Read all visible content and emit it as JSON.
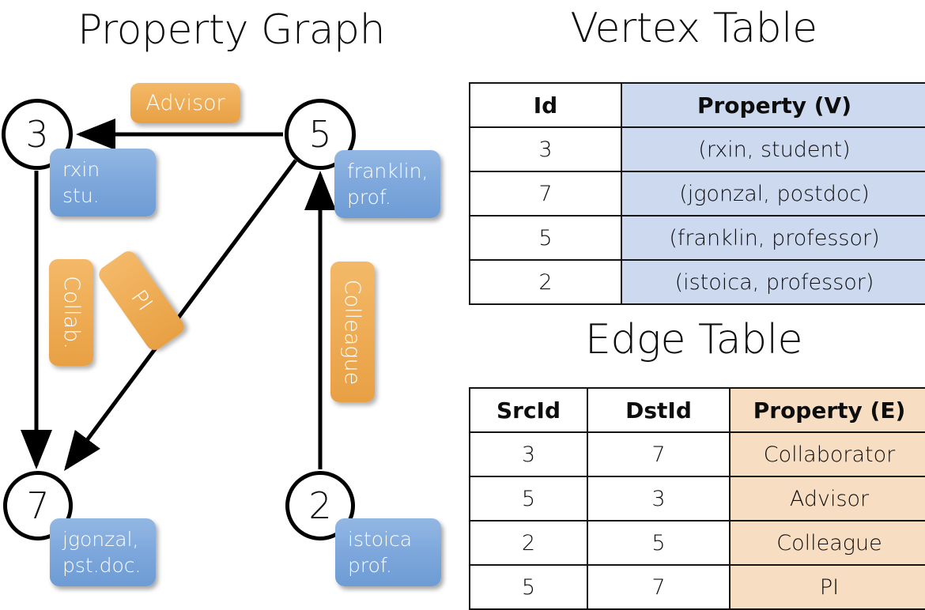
{
  "titles": {
    "property_graph": "Property Graph",
    "vertex_table": "Vertex Table",
    "edge_table": "Edge Table"
  },
  "graph": {
    "nodes": [
      {
        "id": "3",
        "property_line1": "rxin",
        "property_line2": "stu."
      },
      {
        "id": "5",
        "property_line1": "franklin,",
        "property_line2": "prof."
      },
      {
        "id": "7",
        "property_line1": "jgonzal,",
        "property_line2": "pst.doc."
      },
      {
        "id": "2",
        "property_line1": "istoica",
        "property_line2": "prof."
      }
    ],
    "edge_labels": [
      {
        "key": "advisor",
        "label": "Advisor"
      },
      {
        "key": "collab",
        "label": "Collab."
      },
      {
        "key": "pi",
        "label": "PI"
      },
      {
        "key": "colleague",
        "label": "Colleague"
      }
    ],
    "edges": [
      {
        "src": "5",
        "dst": "3",
        "label": "Advisor"
      },
      {
        "src": "3",
        "dst": "7",
        "label": "Collab."
      },
      {
        "src": "5",
        "dst": "7",
        "label": "PI"
      },
      {
        "src": "2",
        "dst": "5",
        "label": "Colleague"
      }
    ]
  },
  "vertex_table": {
    "headers": [
      "Id",
      "Property (V)"
    ],
    "rows": [
      [
        "3",
        "(rxin, student)"
      ],
      [
        "7",
        "(jgonzal, postdoc)"
      ],
      [
        "5",
        "(franklin, professor)"
      ],
      [
        "2",
        "(istoica, professor)"
      ]
    ]
  },
  "edge_table": {
    "headers": [
      "SrcId",
      "DstId",
      "Property (E)"
    ],
    "rows": [
      [
        "3",
        "7",
        "Collaborator"
      ],
      [
        "5",
        "3",
        "Advisor"
      ],
      [
        "2",
        "5",
        "Colleague"
      ],
      [
        "5",
        "7",
        "PI"
      ]
    ]
  },
  "colors": {
    "vertex_property_fill": "#ccd9ef",
    "edge_property_fill": "#f7ddc2",
    "node_box_blue": "#7fa9dd",
    "edge_label_orange": "#eeab53",
    "stroke": "#000000"
  }
}
